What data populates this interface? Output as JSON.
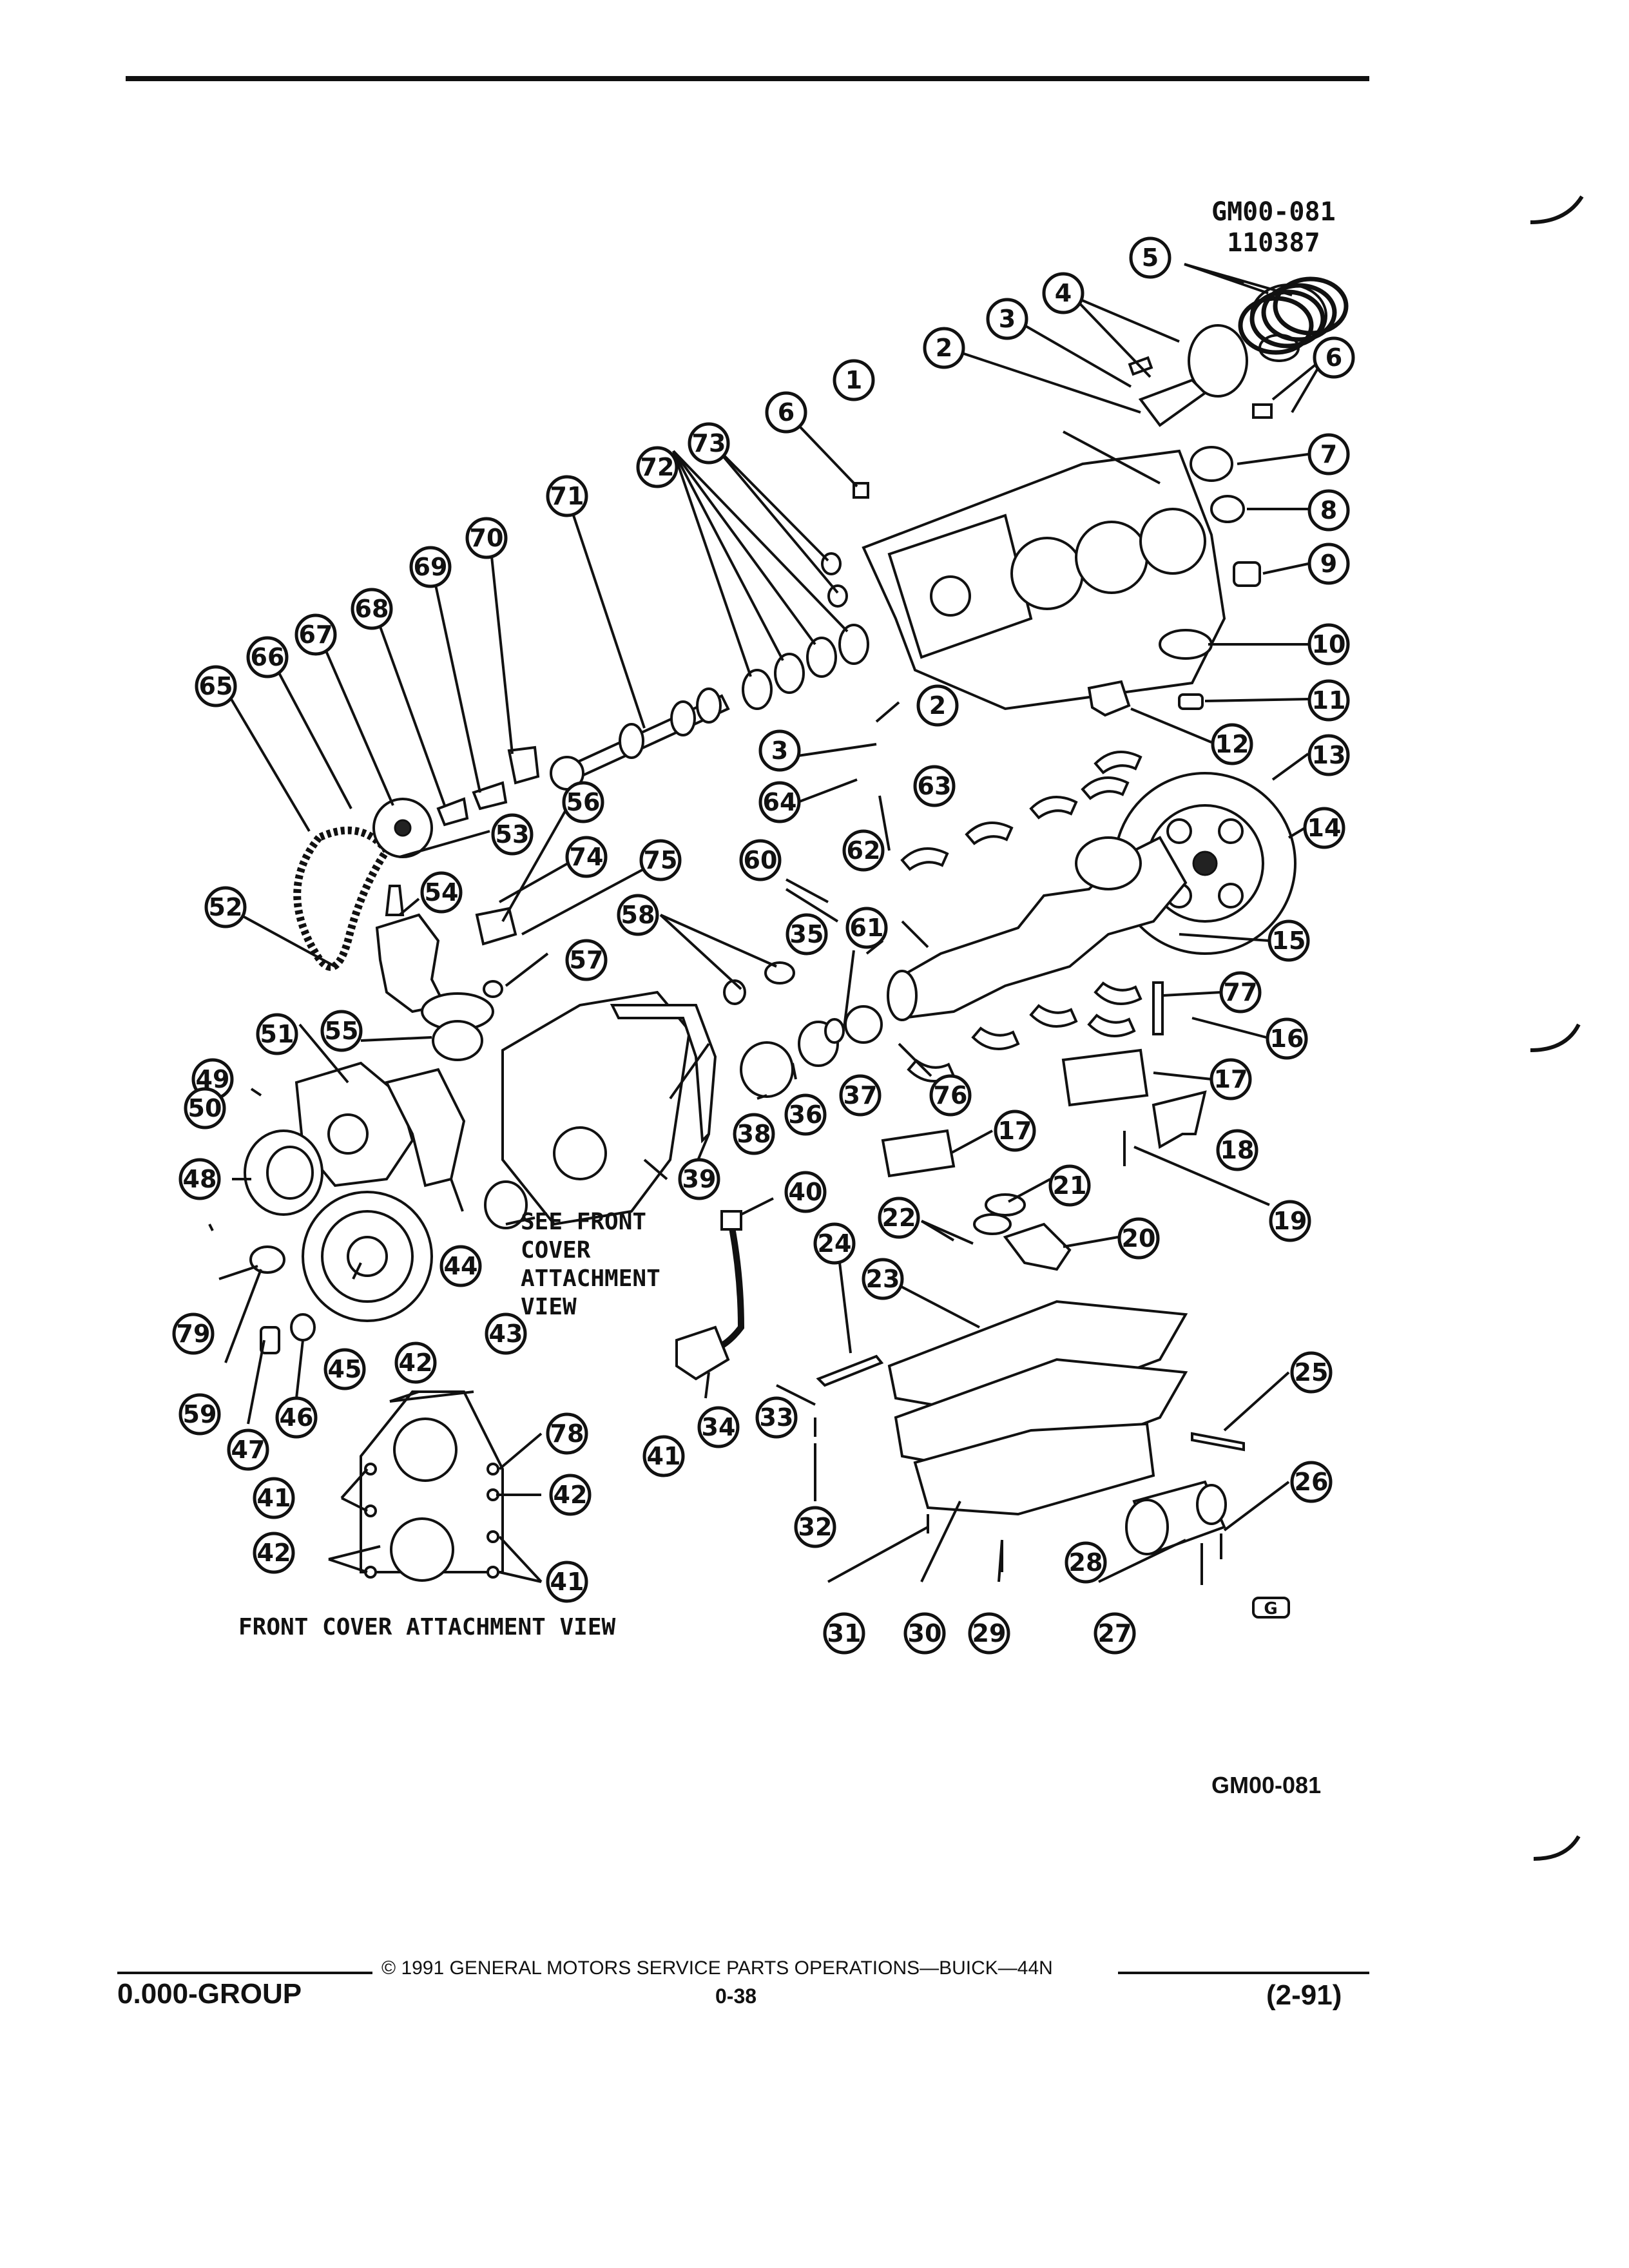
{
  "header": {
    "figure_code": "GM00-081",
    "figure_number": "110387"
  },
  "notes": {
    "see_front_cover_1": "SEE FRONT",
    "see_front_cover_2": "COVER",
    "see_front_cover_3": "ATTACHMENT",
    "see_front_cover_4": "VIEW",
    "front_cover_view_label": "FRONT COVER ATTACHMENT VIEW"
  },
  "figure_code_bottom": "GM00-081",
  "footer": {
    "copyright": "© 1991 GENERAL MOTORS SERVICE PARTS OPERATIONS—BUICK—44N",
    "group": "0.000-GROUP",
    "page": "0-38",
    "date": "(2-91)"
  },
  "callouts": [
    "1",
    "2",
    "3",
    "4",
    "5",
    "6",
    "6",
    "7",
    "8",
    "9",
    "10",
    "11",
    "12",
    "13",
    "14",
    "15",
    "16",
    "17",
    "17",
    "18",
    "19",
    "20",
    "21",
    "22",
    "23",
    "24",
    "25",
    "26",
    "27",
    "28",
    "29",
    "30",
    "31",
    "32",
    "33",
    "34",
    "35",
    "36",
    "37",
    "38",
    "39",
    "40",
    "41",
    "41",
    "41",
    "42",
    "42",
    "42",
    "43",
    "44",
    "45",
    "46",
    "47",
    "48",
    "49",
    "50",
    "51",
    "52",
    "53",
    "54",
    "55",
    "56",
    "57",
    "58",
    "59",
    "60",
    "61",
    "62",
    "63",
    "64",
    "65",
    "66",
    "67",
    "68",
    "69",
    "70",
    "71",
    "72",
    "73",
    "74",
    "75",
    "76",
    "77",
    "78",
    "79",
    "2",
    "3"
  ],
  "logo_icon": "gm-g-logo-icon"
}
